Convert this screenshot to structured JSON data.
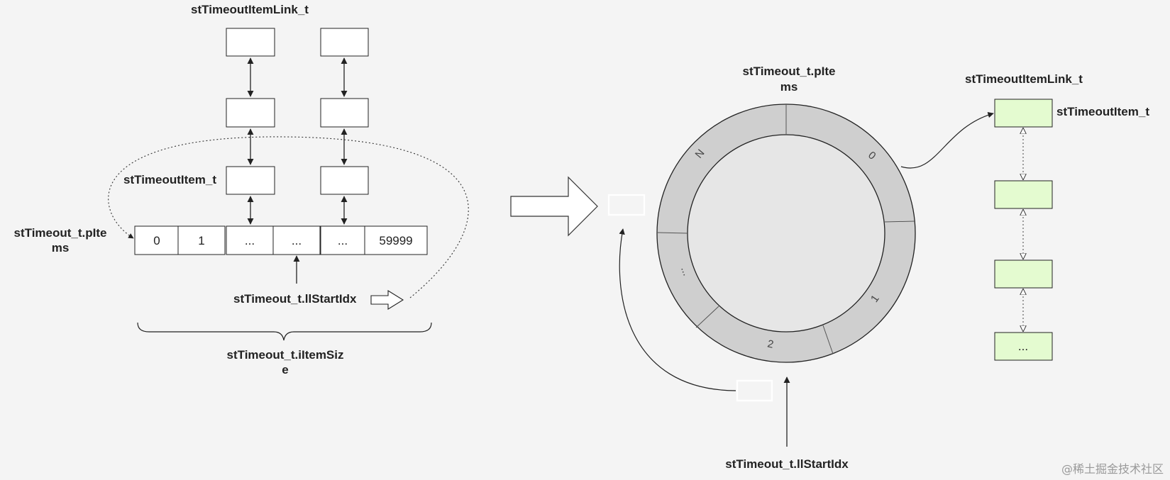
{
  "left": {
    "link_title": "stTimeoutItemLink_t",
    "item_label": "stTimeoutItem_t",
    "items_label_line1": "stTimeout_t.pIte",
    "items_label_line2": "ms",
    "array_cells": [
      "0",
      "1",
      "...",
      "...",
      "...",
      "59999"
    ],
    "start_idx_label": "stTimeout_t.llStartIdx",
    "size_label_line1": "stTimeout_t.iItemSiz",
    "size_label_line2": "e"
  },
  "right": {
    "items_label_line1": "stTimeout_t.pIte",
    "items_label_line2": "ms",
    "ring_segments": [
      "0",
      "1",
      "2",
      "...",
      "N"
    ],
    "link_title": "stTimeoutItemLink_t",
    "item_label": "stTimeoutItem_t",
    "list_last": "...",
    "start_idx_label": "stTimeout_t.llStartIdx"
  },
  "colors": {
    "ring": "#cfcfcf",
    "ring_inner": "#e6e6e6",
    "list_fill": "#e4fbd0"
  },
  "watermark": "@稀土掘金技术社区"
}
